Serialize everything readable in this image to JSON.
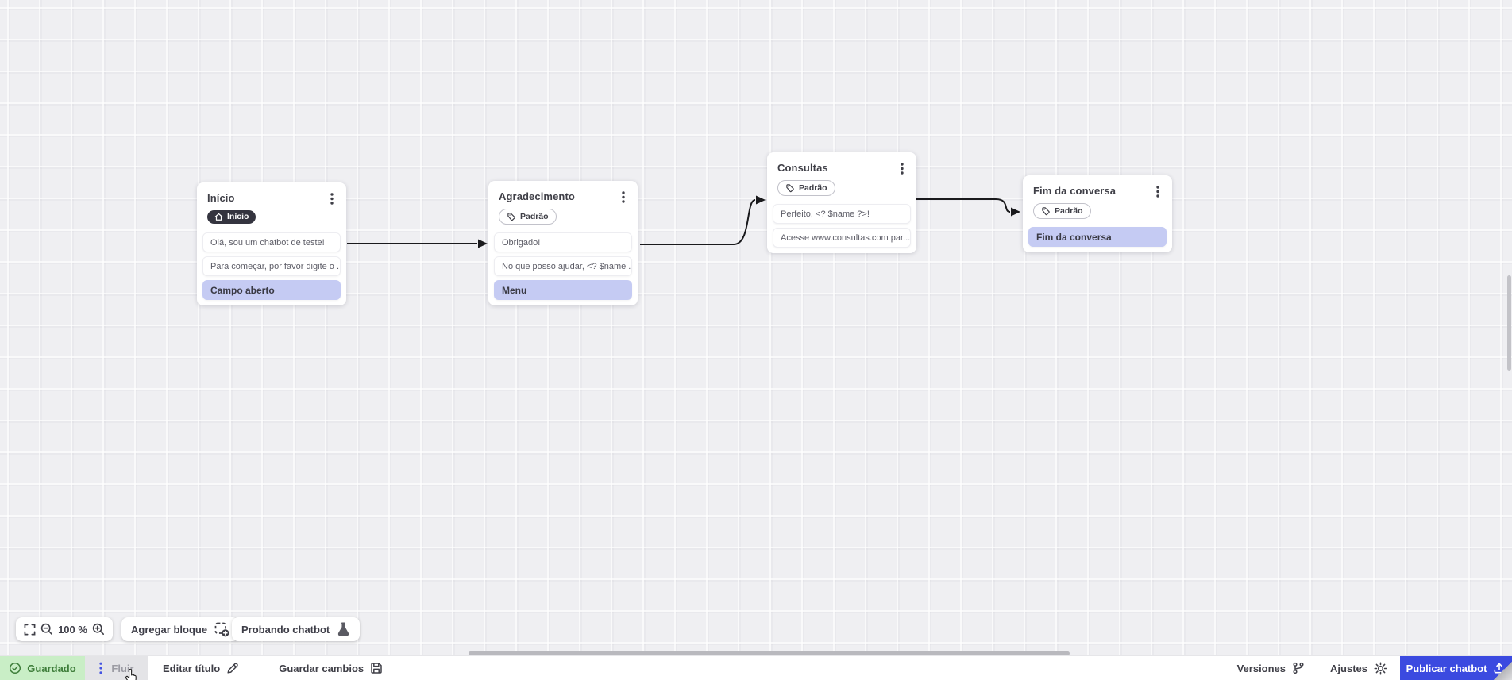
{
  "canvas": {
    "nodes": [
      {
        "title": "Início",
        "badge": "Início",
        "rows": [
          {
            "text": "Olá, sou um chatbot de teste!",
            "highlight": false
          },
          {
            "text": "Para começar, por favor digite o ...",
            "highlight": false
          },
          {
            "text": "Campo aberto",
            "highlight": true
          }
        ]
      },
      {
        "title": "Agradecimento",
        "badge": "Padrão",
        "rows": [
          {
            "text": "Obrigado!",
            "highlight": false
          },
          {
            "text": "No que posso ajudar, <? $name ...",
            "highlight": false
          },
          {
            "text": "Menu",
            "highlight": true
          }
        ]
      },
      {
        "title": "Consultas",
        "badge": "Padrão",
        "rows": [
          {
            "text": "Perfeito, <? $name ?>!",
            "highlight": false
          },
          {
            "text": "Acesse www.consultas.com par...",
            "highlight": false
          }
        ]
      },
      {
        "title": "Fim da conversa",
        "badge": "Padrão",
        "rows": [
          {
            "text": "Fim da conversa",
            "highlight": true
          }
        ]
      }
    ]
  },
  "toolbar": {
    "zoom_level": "100 %",
    "add_block_label": "Agregar bloque",
    "test_chatbot_label": "Probando chatbot"
  },
  "statusbar": {
    "saved_label": "Guardado",
    "flow_tab_label": "Fluir",
    "edit_title_label": "Editar título",
    "save_changes_label": "Guardar cambios",
    "versions_label": "Versiones",
    "settings_label": "Ajustes",
    "publish_label": "Publicar chatbot"
  },
  "icons": {
    "home-icon": "house glyph in dark Início badge",
    "tag-icon": "tag outline in Padrão badges",
    "kebab-icon": "vertical three dots node menu",
    "fullscreen-icon": "corner brackets fit-view",
    "zoom-out-icon": "magnifier with minus",
    "zoom-in-icon": "magnifier with plus",
    "add-block-icon": "dashed square with plus circle",
    "flask-icon": "test flask",
    "check-circle-icon": "saved check in circle",
    "dots-vertical-icon": "blue drag dots near Fluir",
    "pencil-icon": "edit title pencil",
    "save-icon": "floppy disk",
    "branch-icon": "versions git branch",
    "gear-icon": "settings gear",
    "upload-icon": "publish upload tray",
    "cursor-pointer-icon": "hand cursor over Fluir"
  },
  "colors": {
    "accent_blue": "#3b4ae0",
    "highlight_row": "#c5cbf3",
    "badge_dark": "#34343f",
    "saved_green_bg": "#c9eec6",
    "saved_green_text": "#3e7d3a",
    "canvas_bg": "#efeff2",
    "connector": "#1a1a1d"
  }
}
